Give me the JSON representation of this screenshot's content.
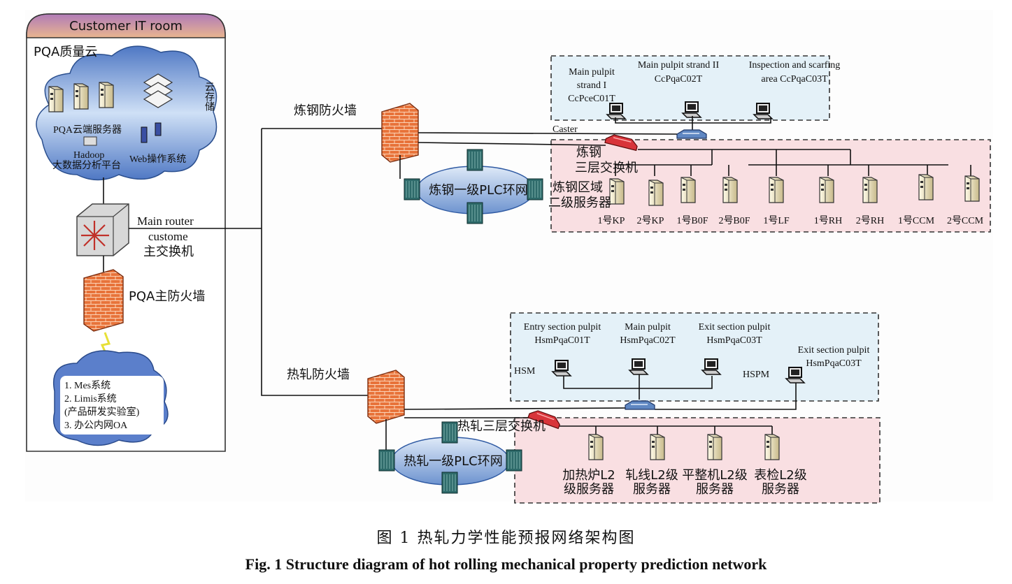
{
  "customer_room": {
    "title": "Customer IT room",
    "cloud_title": "PQA质量云",
    "cloud_storage": "云存储",
    "cloud_servers": "PQA云端服务器",
    "hadoop_1": "Hadoop",
    "hadoop_2": "大数据分析平台",
    "web_os": "Web操作系统",
    "router_1": "Main router",
    "router_2": "custome",
    "router_3": "主交换机",
    "main_firewall": "PQA主防火墙",
    "office_1": "1. Mes系统",
    "office_2": "2. Limis系统",
    "office_3": "(产品研发实验室)",
    "office_4": "3. 办公内网OA"
  },
  "steelmaking": {
    "firewall": "炼钢防火墙",
    "pulpit1_l1": "Main pulpit",
    "pulpit1_l2": "strand I",
    "pulpit1_l3": "CcPceC01T",
    "pulpit2_l1": "Main pulpit strand II",
    "pulpit2_l2": "CcPqaC02T",
    "pulpit3_l1": "Inspection and scarfing",
    "pulpit3_l2": "area CcPqaC03T",
    "caster": "Caster",
    "switch_1": "炼钢",
    "switch_2": "三层交换机",
    "plc_ring": "炼钢一级PLC环网",
    "area_servers_1": "炼钢区域",
    "area_servers_2": "二级服务器",
    "servers": [
      "1号KP",
      "2号KP",
      "1号B0F",
      "2号B0F",
      "1号LF",
      "1号RH",
      "2号RH",
      "1号CCM",
      "2号CCM"
    ]
  },
  "hot_rolling": {
    "firewall": "热轧防火墙",
    "pulpit1_l1": "Entry section pulpit",
    "pulpit1_l2": "HsmPqaC01T",
    "pulpit2_l1": "Main pulpit",
    "pulpit2_l2": "HsmPqaC02T",
    "pulpit3_l1": "Exit section pulpit",
    "pulpit3_l2": "HsmPqaC03T",
    "pulpit4_l1": "Exit section pulpit",
    "pulpit4_l2": "HsmPqaC03T",
    "hsm": "HSM",
    "hspm": "HSPM",
    "switch": "热轧三层交换机",
    "plc_ring": "热轧一级PLC环网",
    "servers": [
      {
        "l1": "加热炉L2",
        "l2": "级服务器"
      },
      {
        "l1": "轧线L2级",
        "l2": "服务器"
      },
      {
        "l1": "平整机L2级",
        "l2": "服务器"
      },
      {
        "l1": "表检L2级",
        "l2": "服务器"
      }
    ]
  },
  "caption": {
    "cn": "图 1   热轧力学性能预报网络架构图",
    "en": "Fig. 1   Structure diagram of hot rolling mechanical property prediction network"
  }
}
